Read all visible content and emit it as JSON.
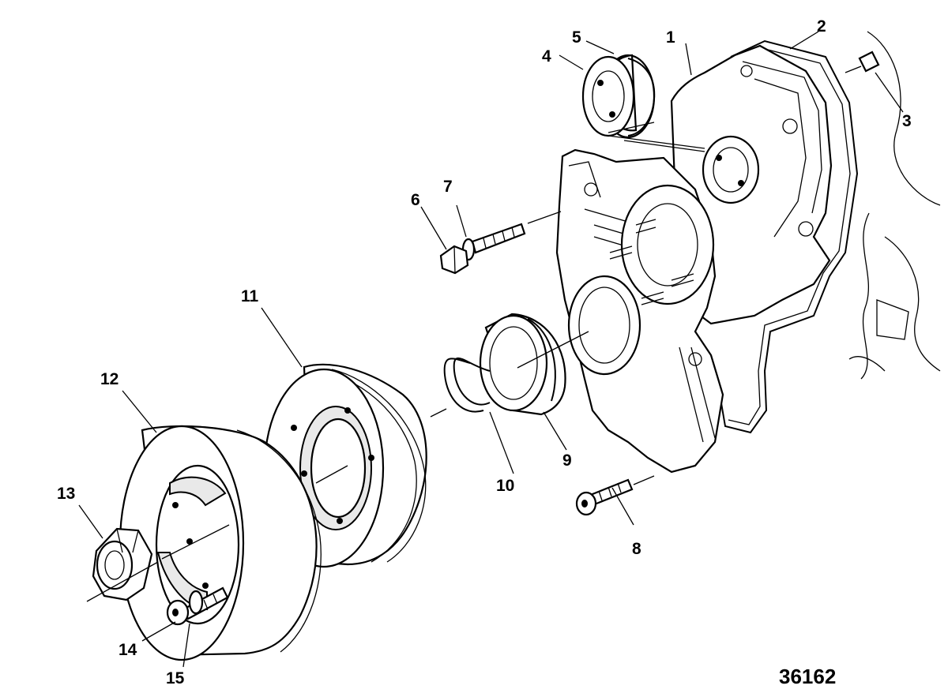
{
  "figure_number": "36162",
  "callouts": [
    "1",
    "2",
    "3",
    "4",
    "5",
    "6",
    "7",
    "8",
    "9",
    "10",
    "11",
    "12",
    "13",
    "14",
    "15"
  ],
  "parts": {
    "timing_cover": "1",
    "gasket": "2",
    "dowel_pin": "3",
    "cover_plug": "4",
    "o_ring": "5",
    "bolt": "6",
    "washer": "7",
    "socket_screw": "8",
    "oil_seal": "9",
    "snap_ring": "10",
    "pulley": "11",
    "damper": "12",
    "nut": "13",
    "damper_screw": "14",
    "damper_washer": "15"
  }
}
